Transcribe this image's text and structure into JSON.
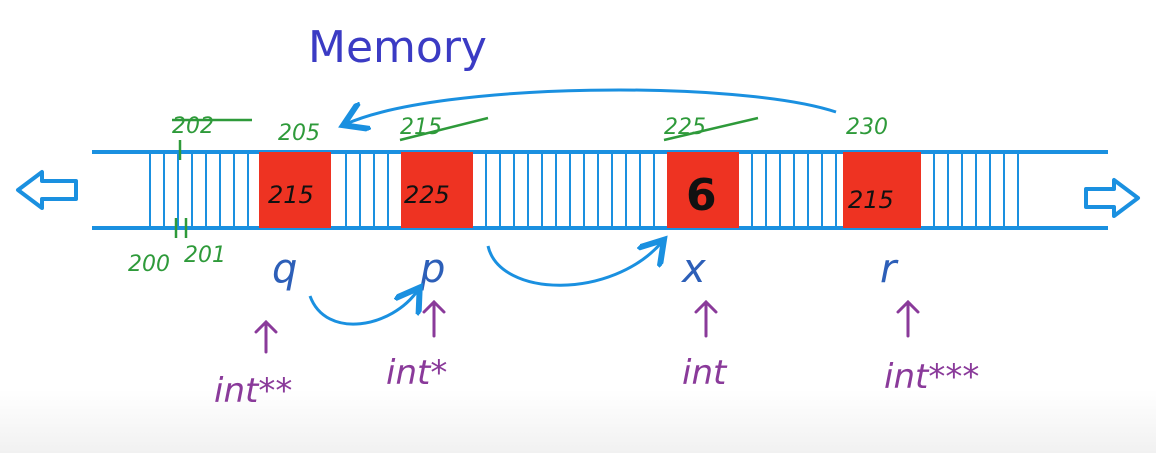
{
  "title": "Memory",
  "addresses_top": [
    "202",
    "205",
    "215",
    "225",
    "230"
  ],
  "addresses_bottom": [
    "200",
    "201"
  ],
  "cells": [
    {
      "value": "215",
      "var": "q",
      "type": "int**"
    },
    {
      "value": "225",
      "var": "p",
      "type": "int*"
    },
    {
      "value": "6",
      "var": "x",
      "type": "int"
    },
    {
      "value": "215",
      "var": "r",
      "type": "int***"
    }
  ],
  "colors": {
    "strip": "#1a90e0",
    "cell": "#ee3322",
    "address": "#2e9a3a",
    "title": "#3b3bc4",
    "variable": "#2d5fb8",
    "type": "#8a3a9a"
  }
}
